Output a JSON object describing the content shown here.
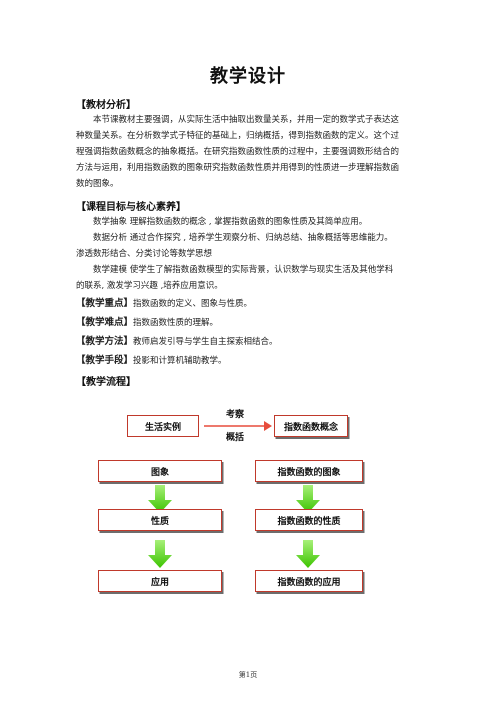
{
  "title": "教学设计",
  "sections": {
    "analysis": {
      "heading": "【教材分析】",
      "lines": [
        "本节课教材主要强调，从实际生活中抽取出数量关系，并用一定的数学式子表达这",
        "种数量关系。在分析数学式子特征的基础上，归纳概括，得到指数函数的定义。这个过",
        "程强调指数函数概念的抽象概括。在研究指数函数性质的过程中，主要强调数形结合的",
        "方法与运用，利用指数函数的图象研究指数函数性质并用得到的性质进一步理解指数函",
        "数的图象。"
      ]
    },
    "goals": {
      "heading": "【课程目标与核心素养】",
      "lines": [
        "数学抽象    理解指数函数的概念  ,  掌握指数函数的图象性质及其简单应用。",
        "数据分析    通过合作探究  ,  培养学生观察分析、归纳总结、抽象概括等思维能力。",
        "渗透数形结合、分类讨论等数学思想",
        "数学建模    使学生了解指数函数模型的实际背景，认识数学与现实生活及其他学科",
        "的联系,  激发学习兴趣  ,培养应用意识。"
      ]
    },
    "key_point": {
      "label": "【教学重点】",
      "text": "指数函数的定义、图象与性质。"
    },
    "difficulty": {
      "label": "【教学难点】",
      "text": "指数函数性质的理解。"
    },
    "method": {
      "label": "【教学方法】",
      "text": "教师启发引导与学生自主探索相结合。"
    },
    "means": {
      "label": "【教学手段】",
      "text": "投影和计算机辅助教学。"
    },
    "process": {
      "heading": "【教学流程】"
    }
  },
  "flowchart": {
    "top_left": "生活实例",
    "top_right": "指数函数概念",
    "connector_top": "考察",
    "connector_bottom": "概括",
    "left_column": [
      "图象",
      "性质",
      "应用"
    ],
    "right_column": [
      "指数函数的图象",
      "指数函数的性质",
      "指数函数的应用"
    ],
    "arrow_color": "#4cd400",
    "box_border_color": "#c0392b",
    "connector_arrow_color": "#e74c3c"
  },
  "footer": "第1页"
}
